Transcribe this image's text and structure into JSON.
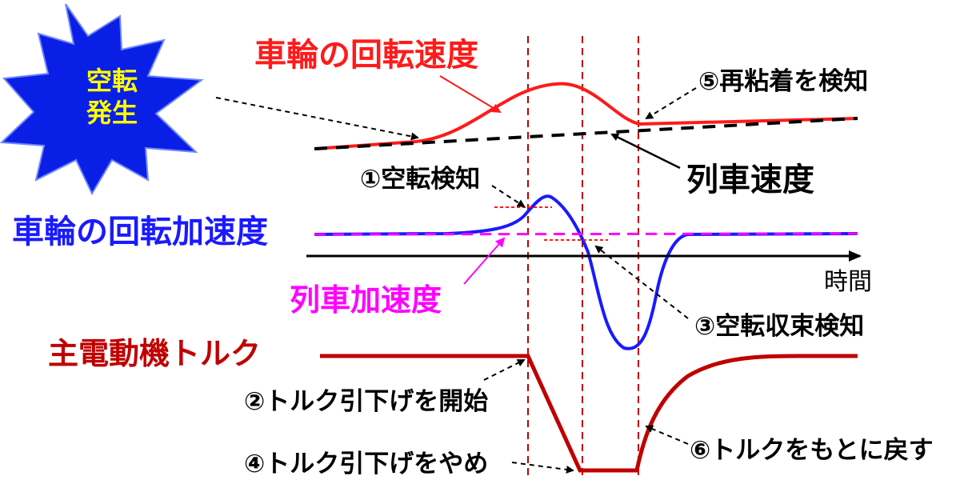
{
  "burst": {
    "line1": "空転",
    "line2": "発生"
  },
  "labels": {
    "wheel_speed": "車輪の回転速度",
    "train_speed": "列車速度",
    "wheel_accel": "車輪の回転加速度",
    "train_accel": "列車加速度",
    "motor_torque": "主電動機トルク",
    "time_axis": "時間"
  },
  "steps": [
    "①空転検知",
    "②トルク引下げを開始",
    "③空転収束検知",
    "④トルク引下げをやめ",
    "⑤再粘着を検知",
    "⑥トルクをもとに戻す"
  ],
  "colors": {
    "red": "#ff1a1a",
    "dark_red": "#c00000",
    "blue": "#1a1aff",
    "magenta": "#ff00ff",
    "black": "#000000",
    "burst_fill": "#0a1fe6",
    "burst_text": "#ffff00"
  }
}
